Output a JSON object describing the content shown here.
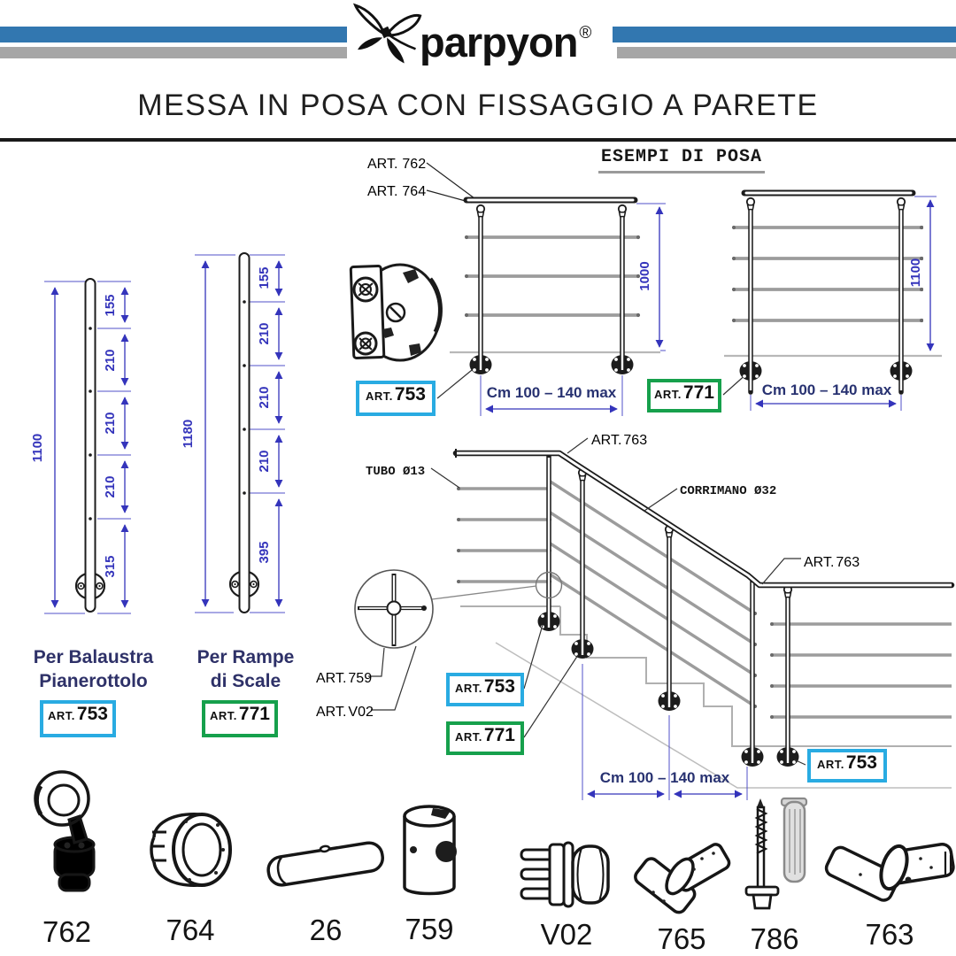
{
  "header": {
    "brand": "parpyon",
    "registered": "®",
    "title": "MESSA IN POSA CON FISSAGGIO A PARETE"
  },
  "colors": {
    "stripe_blue": "#3277b0",
    "stripe_gray": "#a6a6a6",
    "dimension_blue": "#3434bb",
    "navy_text": "#283271",
    "cyan_box": "#29abe2",
    "green_box": "#16a04c",
    "rail_gray": "#9c9c9c",
    "line_black": "#1c1c1c"
  },
  "post_left": {
    "total": "1100",
    "segments": [
      "155",
      "210",
      "210",
      "210",
      "315"
    ],
    "caption": [
      "Per Balaustra",
      "Pianerottolo"
    ],
    "art": {
      "prefix": "ART.",
      "num": "753"
    }
  },
  "post_right": {
    "total": "1180",
    "segments": [
      "155",
      "210",
      "210",
      "210",
      "395"
    ],
    "caption": [
      "Per Rampe",
      "di Scale"
    ],
    "art": {
      "prefix": "ART.",
      "num": "771"
    }
  },
  "examples": {
    "title": "ESEMPI DI POSA",
    "callout_762": {
      "prefix": "ART.",
      "num": "762"
    },
    "callout_764": {
      "prefix": "ART.",
      "num": "764"
    },
    "balaustra": {
      "height": "1000",
      "span": "Cm 100 – 140 max",
      "art": {
        "prefix": "ART.",
        "num": "753"
      }
    },
    "rampe": {
      "height": "1100",
      "span": "Cm 100 – 140 max",
      "art": {
        "prefix": "ART.",
        "num": "771"
      }
    }
  },
  "stairs": {
    "tubo": "TUBO Ø13",
    "corrimano": "CORRIMANO Ø32",
    "callout_763_top": {
      "prefix": "ART.",
      "num": "763"
    },
    "callout_763_mid": {
      "prefix": "ART.",
      "num": "763"
    },
    "callout_759": {
      "prefix": "ART.",
      "num": "759"
    },
    "callout_v02": {
      "prefix": "ART.",
      "num": "V02"
    },
    "box_753": {
      "prefix": "ART.",
      "num": "753"
    },
    "box_771": {
      "prefix": "ART.",
      "num": "771"
    },
    "box_753_lower": {
      "prefix": "ART.",
      "num": "753"
    },
    "span": "Cm 100 – 140 max"
  },
  "products": [
    {
      "code": "762",
      "icon": "swivel-ring-fitting"
    },
    {
      "code": "764",
      "icon": "slotted-end-cap"
    },
    {
      "code": "26",
      "icon": "tube-sleeve"
    },
    {
      "code": "759",
      "icon": "drilled-bushing"
    },
    {
      "code": "V02",
      "icon": "plug-connector"
    },
    {
      "code": "765",
      "icon": "angled-connector"
    },
    {
      "code": "786",
      "icon": "screw-and-wall-anchor"
    },
    {
      "code": "763",
      "icon": "articulated-joint"
    }
  ]
}
